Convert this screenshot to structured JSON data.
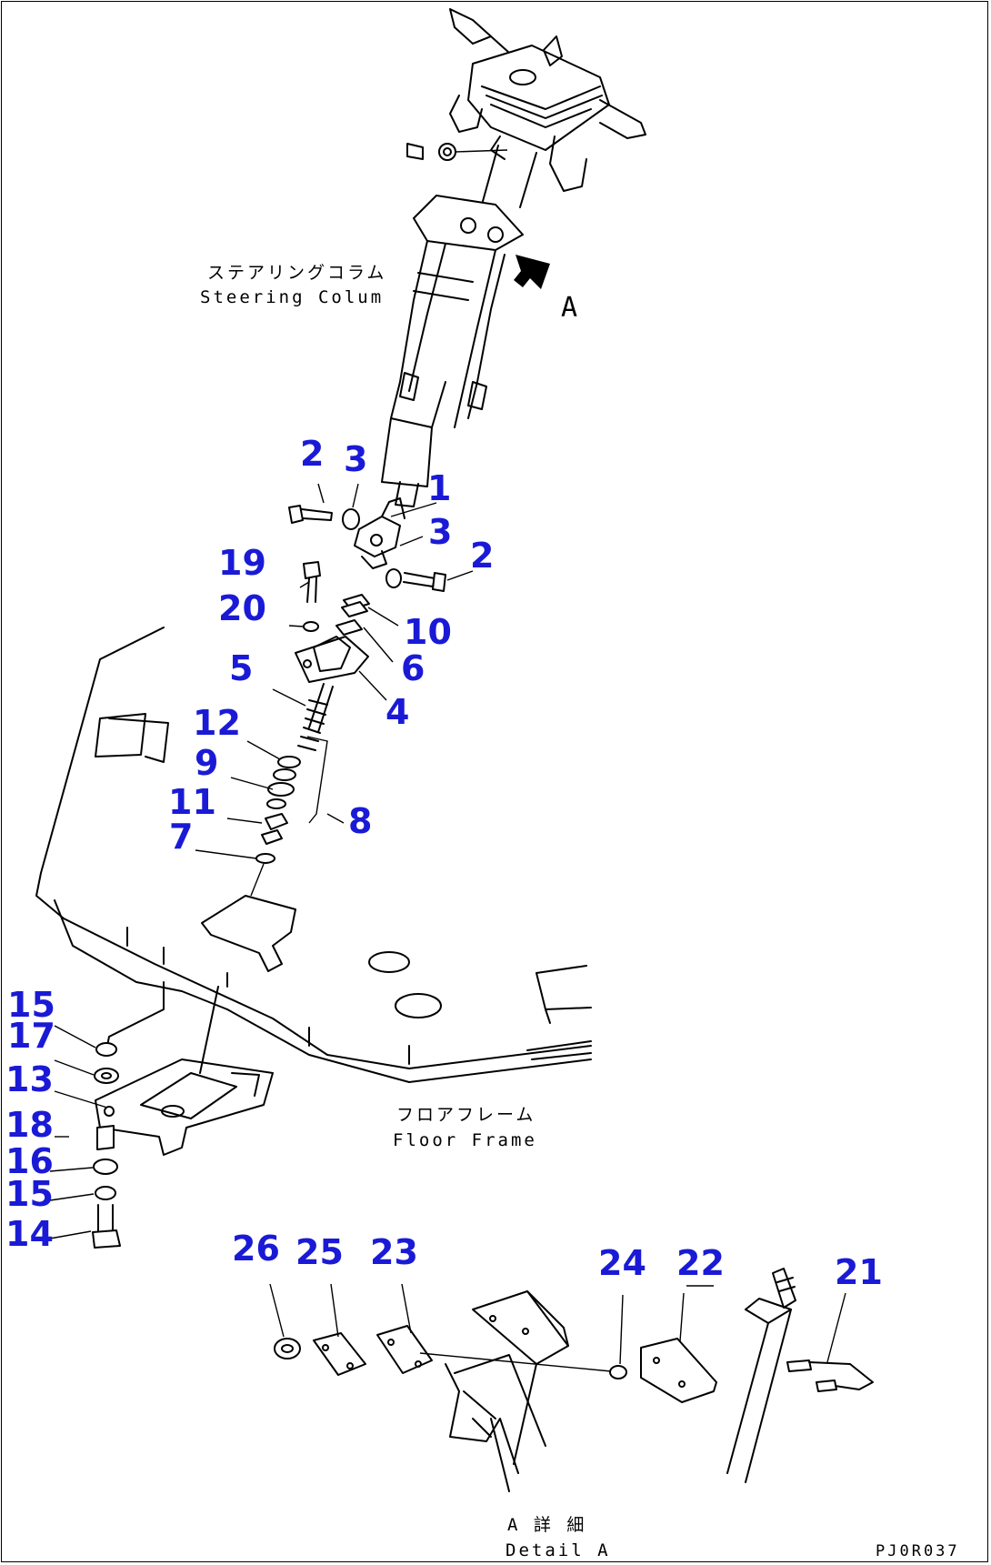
{
  "labels": {
    "steering_column_jp": "ステアリングコラム",
    "steering_column_en": "Steering Colum",
    "floor_frame_jp": "フロアフレーム",
    "floor_frame_en": "Floor Frame",
    "detail_jp": "A 詳 細",
    "detail_en": "Detail A",
    "view_marker": "A",
    "drawing_code": "PJ0R037"
  },
  "callouts": [
    {
      "id": "c2a",
      "text": "2"
    },
    {
      "id": "c3a",
      "text": "3"
    },
    {
      "id": "c1",
      "text": "1"
    },
    {
      "id": "c3b",
      "text": "3"
    },
    {
      "id": "c2b",
      "text": "2"
    },
    {
      "id": "c19",
      "text": "19"
    },
    {
      "id": "c20",
      "text": "20"
    },
    {
      "id": "c10",
      "text": "10"
    },
    {
      "id": "c6",
      "text": "6"
    },
    {
      "id": "c5",
      "text": "5"
    },
    {
      "id": "c4",
      "text": "4"
    },
    {
      "id": "c12",
      "text": "12"
    },
    {
      "id": "c9",
      "text": "9"
    },
    {
      "id": "c11",
      "text": "11"
    },
    {
      "id": "c8",
      "text": "8"
    },
    {
      "id": "c7",
      "text": "7"
    },
    {
      "id": "c15a",
      "text": "15"
    },
    {
      "id": "c17",
      "text": "17"
    },
    {
      "id": "c13",
      "text": "13"
    },
    {
      "id": "c18",
      "text": "18"
    },
    {
      "id": "c16",
      "text": "16"
    },
    {
      "id": "c15b",
      "text": "15"
    },
    {
      "id": "c14",
      "text": "14"
    },
    {
      "id": "c26",
      "text": "26"
    },
    {
      "id": "c25",
      "text": "25"
    },
    {
      "id": "c23",
      "text": "23"
    },
    {
      "id": "c24",
      "text": "24"
    },
    {
      "id": "c22",
      "text": "22"
    },
    {
      "id": "c21",
      "text": "21"
    }
  ],
  "colors": {
    "callout": "#1a1ad6",
    "ink": "#000000",
    "background": "#ffffff"
  }
}
